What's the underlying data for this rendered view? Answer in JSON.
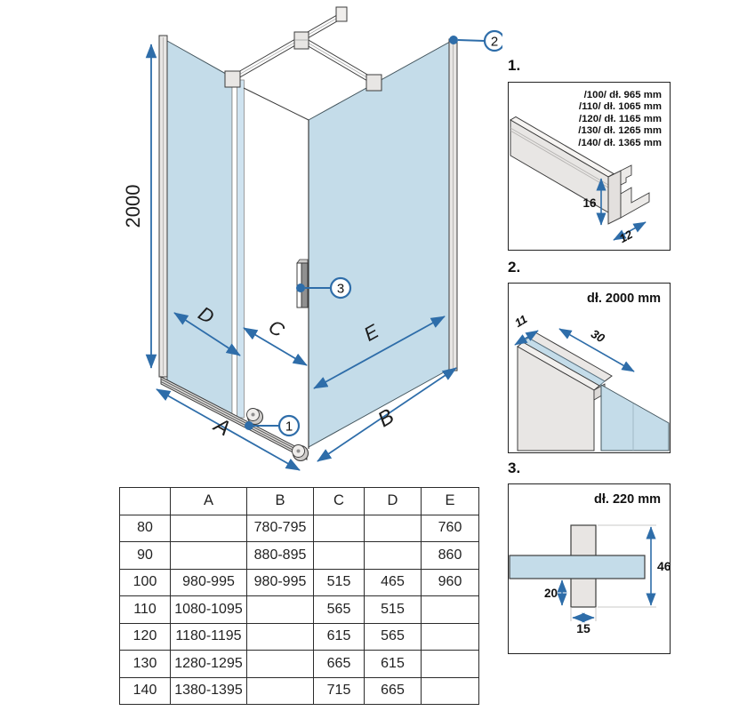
{
  "main": {
    "height": "2000",
    "dim_a": "A",
    "dim_b": "B",
    "dim_c": "C",
    "dim_d": "D",
    "dim_e": "E",
    "callout_1": "1",
    "callout_2": "2",
    "callout_3": "3"
  },
  "details": [
    {
      "label": "1.",
      "lines": [
        "/100/ dł. 965 mm",
        "/110/ dł. 1065 mm",
        "/120/ dł. 1165 mm",
        "/130/ dł. 1265 mm",
        "/140/ dł. 1365 mm"
      ],
      "dim_height": "16",
      "dim_depth": "12"
    },
    {
      "label": "2.",
      "length": "dł. 2000 mm",
      "dim_depth": "11",
      "dim_width": "30"
    },
    {
      "label": "3.",
      "length": "dł. 220 mm",
      "dim_total": "46",
      "dim_offset": "20",
      "dim_width": "15"
    }
  ],
  "table": {
    "headers": [
      "",
      "A",
      "B",
      "C",
      "D",
      "E"
    ],
    "rows": [
      {
        "cells": [
          "80",
          "",
          "780-795",
          "",
          "",
          "760"
        ]
      },
      {
        "cells": [
          "90",
          "",
          "880-895",
          "",
          "",
          "860"
        ]
      },
      {
        "cells": [
          "100",
          "980-995",
          "980-995",
          "515",
          "465",
          "960"
        ]
      },
      {
        "cells": [
          "110",
          "1080-1095",
          "",
          "565",
          "515",
          ""
        ]
      },
      {
        "cells": [
          "120",
          "1180-1195",
          "",
          "615",
          "565",
          ""
        ]
      },
      {
        "cells": [
          "130",
          "1280-1295",
          "",
          "665",
          "615",
          ""
        ]
      },
      {
        "cells": [
          "140",
          "1380-1395",
          "",
          "715",
          "665",
          ""
        ]
      }
    ]
  },
  "colors": {
    "glass": "#c4dce9",
    "glass_light": "#d4e6f1",
    "accent_blue": "#2e6da9",
    "profile_gray": "#e8e6e4",
    "outline": "#3c3c3c"
  }
}
